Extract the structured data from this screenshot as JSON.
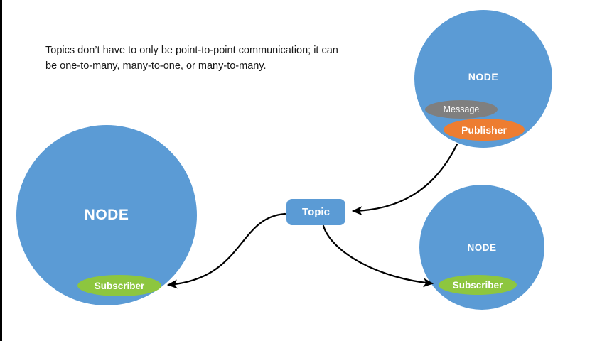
{
  "caption": "Topics don’t have to only be point-to-point communication; it can be one-to-many, many-to-one, or many-to-many.",
  "nodes": {
    "left": {
      "label": "NODE",
      "subscriber_label": "Subscriber"
    },
    "top_right": {
      "label": "NODE",
      "message_label": "Message",
      "publisher_label": "Publisher"
    },
    "bottom_right": {
      "label": "NODE",
      "subscriber_label": "Subscriber"
    }
  },
  "topic": {
    "label": "Topic"
  },
  "colors": {
    "node_fill": "#5b9bd5",
    "topic_fill": "#5b9bd5",
    "subscriber_fill": "#8dc63f",
    "publisher_fill": "#ed7d31",
    "message_fill": "#7f7f7f",
    "arrow": "#000000",
    "text_on_shape": "#ffffff",
    "caption_text": "#171717"
  }
}
